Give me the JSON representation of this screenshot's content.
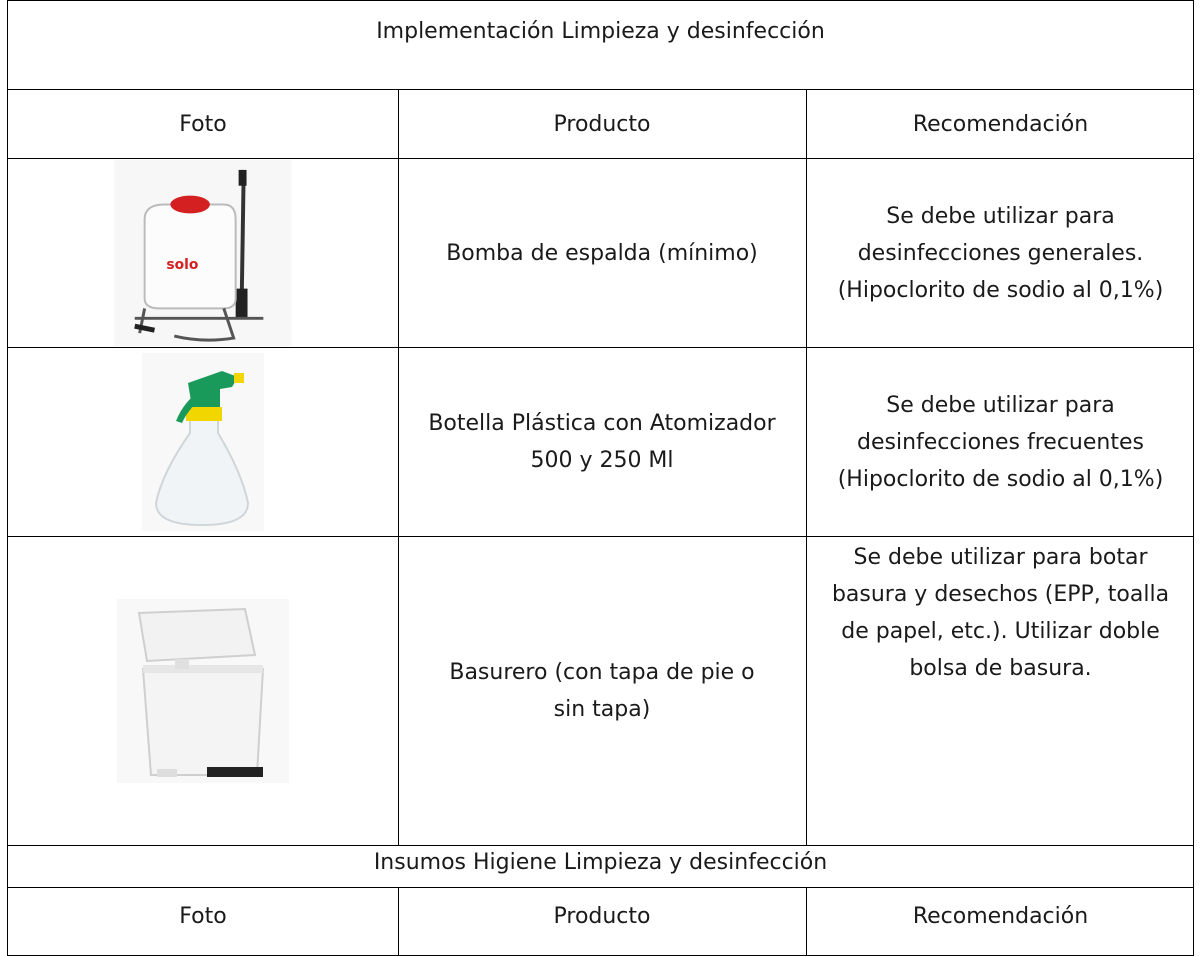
{
  "section1": {
    "title": "Implementación Limpieza y desinfección"
  },
  "header": {
    "col_photo": "Foto",
    "col_product": "Producto",
    "col_recommendation": "Recomendación"
  },
  "rows": [
    {
      "product": "Bomba de espalda (mínimo)",
      "recommendation": "Se debe utilizar para desinfecciones generales. (Hipoclorito de sodio al 0,1%)",
      "image_icon": "backpack-sprayer-icon",
      "image_brand": "solo"
    },
    {
      "product": "Botella Plástica con Atomizador 500 y 250 Ml",
      "recommendation": "Se debe utilizar para desinfecciones frecuentes (Hipoclorito de sodio al 0,1%)",
      "image_icon": "spray-bottle-icon"
    },
    {
      "product": "Basurero (con tapa de pie o sin tapa)",
      "recommendation": "Se debe utilizar para botar basura y desechos (EPP, toalla de papel, etc.). Utilizar doble bolsa de basura.",
      "image_icon": "trash-bin-icon"
    }
  ],
  "section2": {
    "title": "Insumos Higiene Limpieza y desinfección"
  },
  "header2": {
    "col_photo": "Foto",
    "col_product": "Producto",
    "col_recommendation": "Recomendación"
  },
  "colors": {
    "border": "#000000",
    "sprayer_cap": "#d42020",
    "trigger_green": "#1a9a5a",
    "nozzle_yellow": "#f2d600"
  }
}
